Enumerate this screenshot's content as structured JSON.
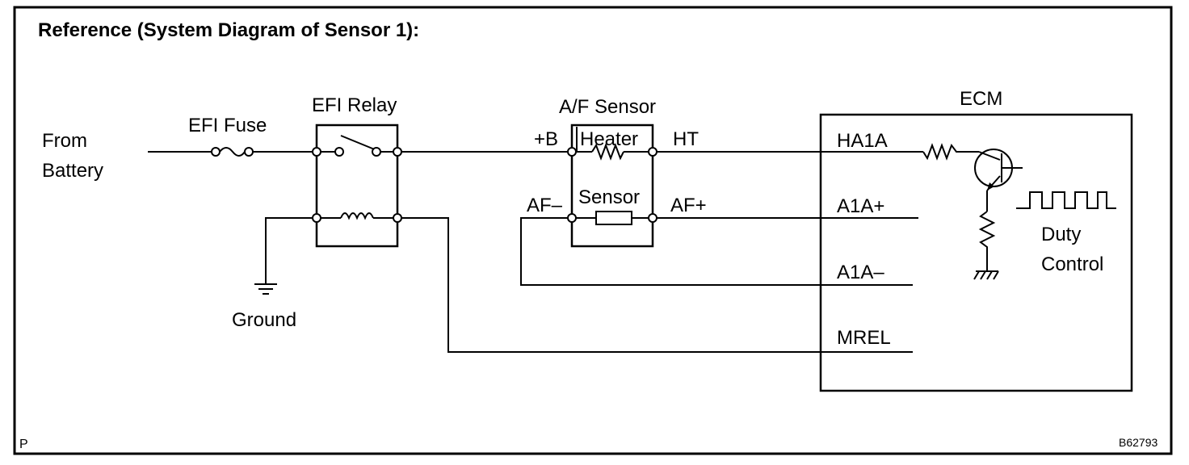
{
  "title": "Reference (System Diagram of Sensor 1):",
  "labels": {
    "from_battery_line1": "From",
    "from_battery_line2": "Battery",
    "efi_fuse": "EFI Fuse",
    "efi_relay": "EFI Relay",
    "ground": "Ground",
    "af_sensor": "A/F Sensor",
    "heater": "Heater",
    "sensor": "Sensor",
    "plus_b": "+B",
    "ht": "HT",
    "af_minus": "AF–",
    "af_plus": "AF+",
    "ecm": "ECM",
    "ha1a": "HA1A",
    "a1a_plus": "A1A+",
    "a1a_minus": "A1A–",
    "mrel": "MREL",
    "duty_line1": "Duty",
    "duty_line2": "Control"
  },
  "corner_left": "P",
  "figure_id": "B62793"
}
